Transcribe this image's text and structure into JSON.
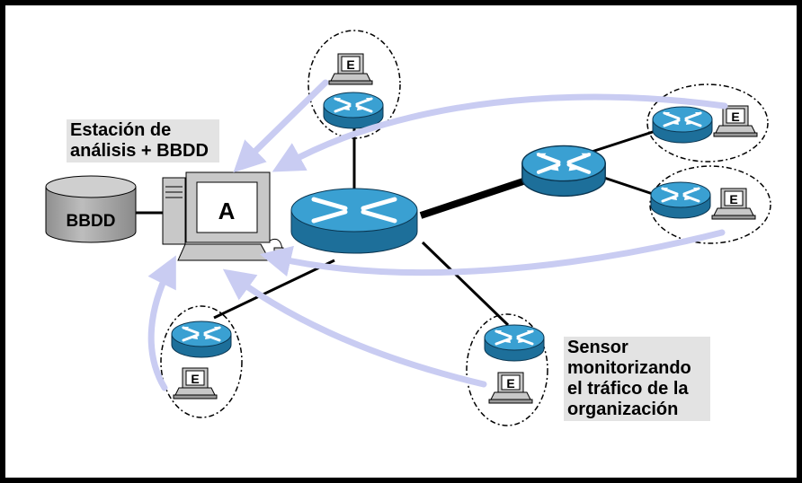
{
  "labels": {
    "analysis_station": [
      "Estación de",
      "análisis + BBDD"
    ],
    "sensor_note": [
      "Sensor",
      "monitorizando",
      "el tráfico de la",
      "organización"
    ]
  },
  "nodes": {
    "database_label": "BBDD",
    "analysis_pc_label": "A",
    "sensor_label": "E"
  },
  "colors": {
    "border": "#000000",
    "router_top": "#3aa0d2",
    "router_side": "#1d6f9a",
    "arrow": "#c9ccf2",
    "pc_body": "#c8c8c8",
    "database": "#a9a9a9",
    "label_bg": "#e3e3e3"
  }
}
